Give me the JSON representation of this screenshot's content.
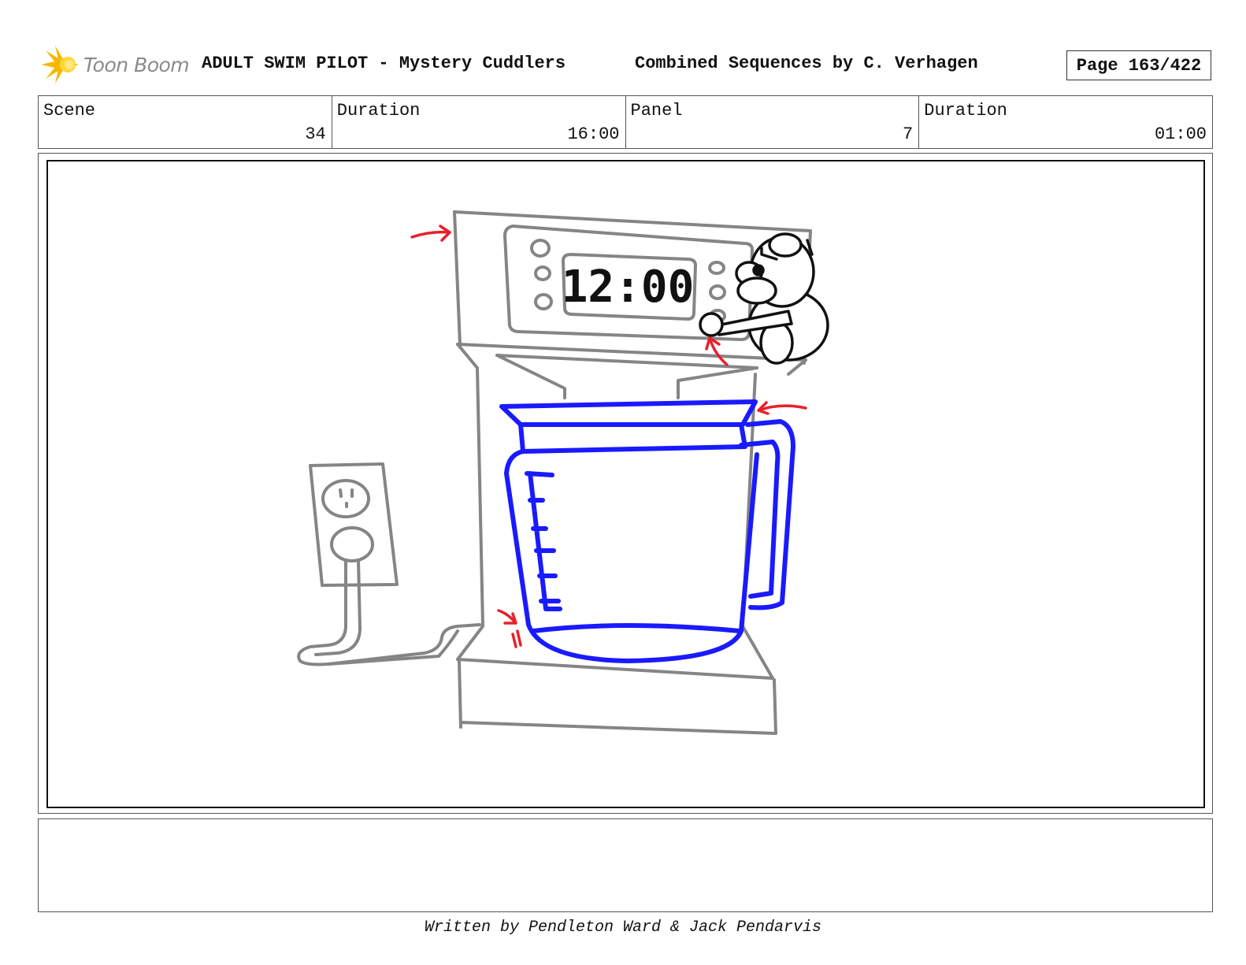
{
  "header": {
    "logo_text": "Toon Boom",
    "logo_icon": "starburst-icon",
    "title": "ADULT SWIM PILOT - Mystery Cuddlers",
    "subtitle": "Combined Sequences by C. Verhagen",
    "page_label": "Page 163/422"
  },
  "info": {
    "scene_label": "Scene",
    "scene_value": "34",
    "scene_duration_label": "Duration",
    "scene_duration_value": "16:00",
    "panel_label": "Panel",
    "panel_value": "7",
    "panel_duration_label": "Duration",
    "panel_duration_value": "01:00"
  },
  "panel": {
    "clock_display": "12:00",
    "colors": {
      "machine": "#858585",
      "carafe": "#1a1aff",
      "arrows": "#e8202a",
      "character": "#111111"
    }
  },
  "notes": {
    "text": ""
  },
  "footer": {
    "credit": "Written by Pendleton Ward & Jack Pendarvis"
  }
}
